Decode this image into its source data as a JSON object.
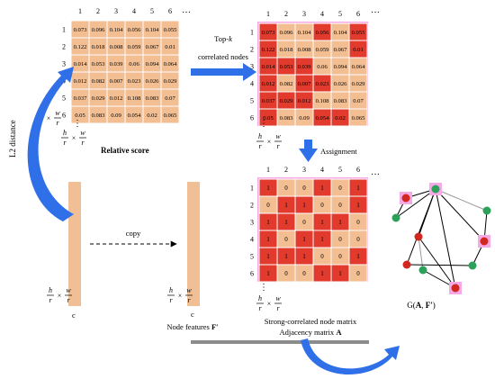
{
  "colors": {
    "cell_light": "#f2be92",
    "cell_dark": "#e23a2c",
    "cell_border": "#ffffff",
    "feature_bar": "#f0bf96",
    "arrow_blue": "#2f6fe8",
    "highlight_pink": "#f5a9e6",
    "gray_bar": "#8c8c8c",
    "node_red": "#d0271f",
    "node_green": "#2da05a"
  },
  "col_indices": [
    "1",
    "2",
    "3",
    "4",
    "5",
    "6"
  ],
  "row_indices": [
    "1",
    "2",
    "3",
    "4",
    "5",
    "6"
  ],
  "ellipsis": "…",
  "vellipsis": "⋮",
  "relative_score": {
    "caption": "Relative score",
    "values": [
      [
        "0.073",
        "0.096",
        "0.104",
        "0.056",
        "0.104",
        "0.055"
      ],
      [
        "0.122",
        "0.018",
        "0.008",
        "0.059",
        "0.067",
        "0.01"
      ],
      [
        "0.014",
        "0.053",
        "0.039",
        "0.06",
        "0.094",
        "0.064"
      ],
      [
        "0.012",
        "0.082",
        "0.007",
        "0.023",
        "0.026",
        "0.029"
      ],
      [
        "0.037",
        "0.029",
        "0.012",
        "0.108",
        "0.083",
        "0.07"
      ],
      [
        "0.05",
        "0.083",
        "0.09",
        "0.054",
        "0.02",
        "0.065"
      ]
    ],
    "dim_side": {
      "num": "h",
      "den": "r",
      "mid": "×",
      "num2": "w",
      "den2": "r"
    },
    "dim_bottom": {
      "num": "h",
      "den": "r",
      "mid": "×",
      "num2": "w",
      "den2": "r"
    }
  },
  "topk_matrix": {
    "values": [
      [
        "0.073",
        "0.096",
        "0.104",
        "0.056",
        "0.104",
        "0.055"
      ],
      [
        "0.122",
        "0.018",
        "0.008",
        "0.059",
        "0.067",
        "0.01"
      ],
      [
        "0.014",
        "0.053",
        "0.039",
        "0.06",
        "0.094",
        "0.064"
      ],
      [
        "0.012",
        "0.082",
        "0.007",
        "0.023",
        "0.026",
        "0.029"
      ],
      [
        "0.037",
        "0.029",
        "0.012",
        "0.108",
        "0.083",
        "0.07"
      ],
      [
        "0.05",
        "0.083",
        "0.09",
        "0.054",
        "0.02",
        "0.065"
      ]
    ],
    "selected": [
      [
        1,
        0,
        0,
        1,
        0,
        1
      ],
      [
        1,
        0,
        0,
        0,
        0,
        1
      ],
      [
        1,
        1,
        1,
        0,
        0,
        0
      ],
      [
        1,
        0,
        1,
        1,
        0,
        0
      ],
      [
        1,
        1,
        1,
        0,
        0,
        0
      ],
      [
        1,
        0,
        0,
        1,
        1,
        0
      ]
    ],
    "dim_bottom": {
      "num": "h",
      "den": "r",
      "mid": "×",
      "num2": "w",
      "den2": "r"
    }
  },
  "adjacency": {
    "values": [
      [
        "1",
        "0",
        "0",
        "1",
        "0",
        "1"
      ],
      [
        "0",
        "1",
        "1",
        "0",
        "0",
        "1"
      ],
      [
        "1",
        "1",
        "0",
        "1",
        "1",
        "0"
      ],
      [
        "1",
        "0",
        "1",
        "1",
        "0",
        "0"
      ],
      [
        "1",
        "1",
        "1",
        "0",
        "0",
        "1"
      ],
      [
        "1",
        "0",
        "0",
        "1",
        "1",
        "0"
      ]
    ],
    "dim_bottom": {
      "num": "h",
      "den": "r",
      "mid": "×",
      "num2": "w",
      "den2": "r"
    },
    "caption_1": "Strong-correlated node matrix",
    "caption_2": "Adjacency matrix ",
    "caption_2_bold": "A"
  },
  "labels": {
    "topk_line1": "Top-",
    "topk_k": "k",
    "topk_line2": "correlated nodes",
    "assignment": "Assignment",
    "copy": "copy",
    "l2_distance": "L2 distance",
    "left_bar_c": "c",
    "mid_bar_c": "c",
    "node_features": "Node features ",
    "node_features_bold": "F′",
    "graph_label_prefix": "G(",
    "graph_label_bold": "A",
    "graph_label_sep": ", ",
    "graph_label_bold2": "F′",
    "graph_label_suffix": ")"
  },
  "feature_dims": {
    "left": {
      "num": "h",
      "den": "r",
      "mid": "×",
      "num2": "w",
      "den2": "r"
    },
    "mid": {
      "num": "h",
      "den": "r",
      "mid": "×",
      "num2": "w",
      "den2": "r"
    }
  }
}
